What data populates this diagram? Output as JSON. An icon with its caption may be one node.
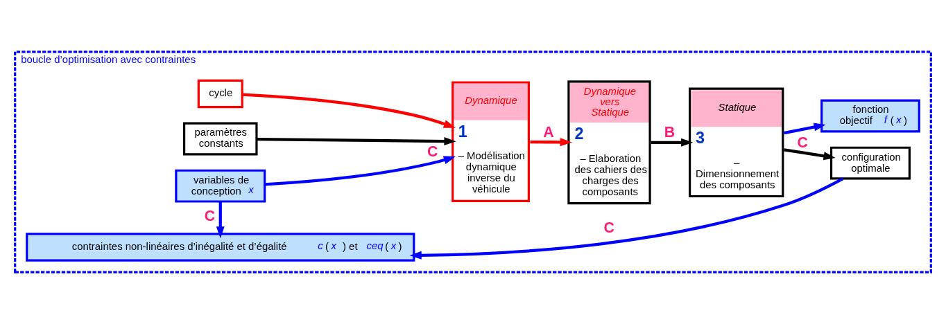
{
  "diagram": {
    "nodes": [
      {
        "text": [
          "boucle d’optimisation avec contraintes"
        ]
      },
      {
        "text": [
          "cycle"
        ],
        "in": 0
      },
      {
        "text": [
          "paramètres constants"
        ],
        "in": 0
      },
      {
        "text": [
          "variables de conception *x*"
        ],
        "in": 0
      },
      {
        "text": [
          "Dynamique",
          "1",
          "– Modélisation dynamique inverse du véhicule"
        ],
        "in": 0
      },
      {
        "text": [
          "Dynamique vers Statique",
          "2",
          "– Elaboration des cahiers des charges des composants"
        ],
        "in": 0
      },
      {
        "text": [
          "Statique",
          "3",
          "– Dimensionnement des composants"
        ],
        "in": 0
      },
      {
        "text": [
          "fonction objectif *f*(*x*)"
        ],
        "in": 0
      },
      {
        "text": [
          "configuration optimale"
        ],
        "in": 0
      },
      {
        "text": [
          "contraintes non-linéaires d’inégalité et d’égalité *c*(*x*) et *ceq*(*x*)"
        ],
        "in": 0
      }
    ],
    "edges": [
      {
        "from": 1,
        "to": 4,
        "arrow": "to",
        "color": "#ff0000"
      },
      {
        "from": 2,
        "to": 4,
        "arrow": "to",
        "color": "#000000"
      },
      {
        "from": 3,
        "to": 4,
        "arrow": "to",
        "color": "#0000ff",
        "label": "C"
      },
      {
        "from": 4,
        "to": 5,
        "arrow": "to",
        "color": "#ff0000",
        "label": "A"
      },
      {
        "from": 5,
        "to": 6,
        "arrow": "to",
        "color": "#000000",
        "label": "B"
      },
      {
        "from": 6,
        "to": 7,
        "arrow": "to",
        "color": "#0000ff"
      },
      {
        "from": 6,
        "to": 8,
        "arrow": "to",
        "color": "#000000",
        "label": "C"
      },
      {
        "from": 3,
        "to": 9,
        "arrow": "to",
        "color": "#0000ff",
        "label": "C"
      },
      {
        "from": 8,
        "to": 9,
        "arrow": "to",
        "color": "#0000ff",
        "label": "C"
      }
    ]
  }
}
